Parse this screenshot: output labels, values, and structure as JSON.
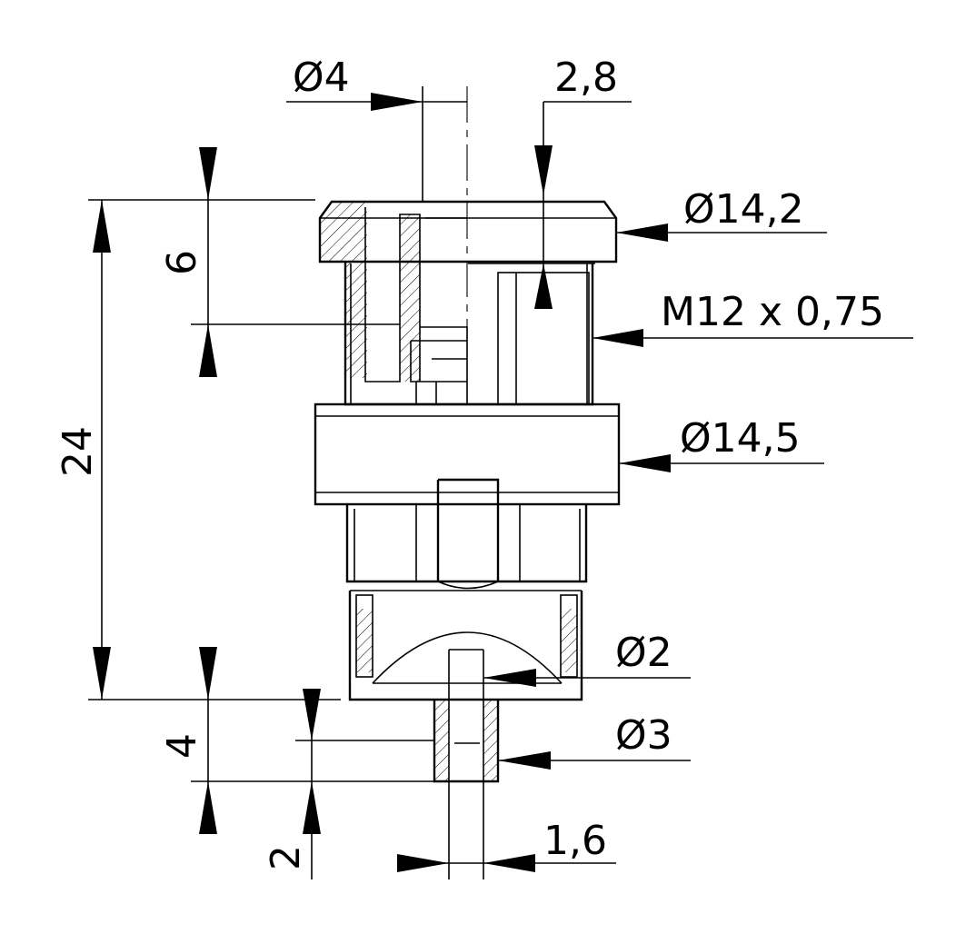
{
  "dimensions": {
    "d4": "Ø4",
    "d2_8": "2,8",
    "d14_2": "Ø14,2",
    "thread": "M12 x 0,75",
    "d14_5": "Ø14,5",
    "d6": "6",
    "d24": "24",
    "dia2": "Ø2",
    "dia3": "Ø3",
    "d4h": "4",
    "d2h": "2",
    "d1_6": "1,6"
  }
}
